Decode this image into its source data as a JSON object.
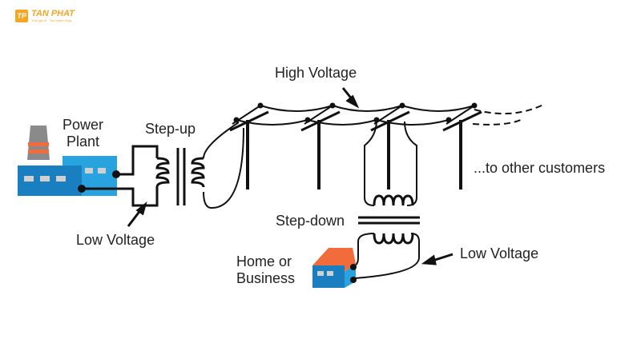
{
  "logo": {
    "mark": "TP",
    "name": "TAN PHAT",
    "tagline": "Trao giá trị - Tạo thành công",
    "color": "#f5a623"
  },
  "diagram": {
    "title": "Electric power transmission",
    "labels": {
      "power_plant_line1": "Power",
      "power_plant_line2": "Plant",
      "step_up": "Step-up",
      "low_voltage_left": "Low Voltage",
      "high_voltage": "High Voltage",
      "other_customers": "...to other customers",
      "step_down": "Step-down",
      "home_line1": "Home or",
      "home_line2": "Business",
      "low_voltage_right": "Low Voltage"
    },
    "colors": {
      "plant_dark_blue": "#1a7fc1",
      "plant_light_blue": "#29a3e0",
      "chimney_gray": "#8a8a8a",
      "chimney_stripe": "#f26b3a",
      "window_gray": "#d0d0d0",
      "house_roof": "#f26b3a",
      "house_wall": "#1a7fc1",
      "wire": "#111111"
    }
  }
}
